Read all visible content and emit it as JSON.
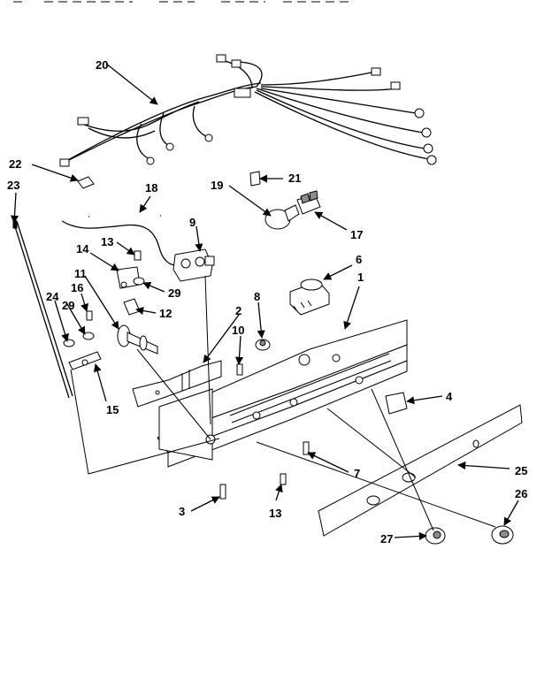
{
  "labels": {
    "l1": "1",
    "l2": "2",
    "l3": "3",
    "l4": "4",
    "l6": "6",
    "l7": "7",
    "l8": "8",
    "l9": "9",
    "l10": "10",
    "l11": "11",
    "l12": "12",
    "l13a": "13",
    "l13b": "13",
    "l14": "14",
    "l15": "15",
    "l16": "16",
    "l17": "17",
    "l18": "18",
    "l19": "19",
    "l20": "20",
    "l21": "21",
    "l22": "22",
    "l23": "23",
    "l24": "24",
    "l25": "25",
    "l26": "26",
    "l27": "27",
    "l29a": "29",
    "l29b": "29"
  }
}
